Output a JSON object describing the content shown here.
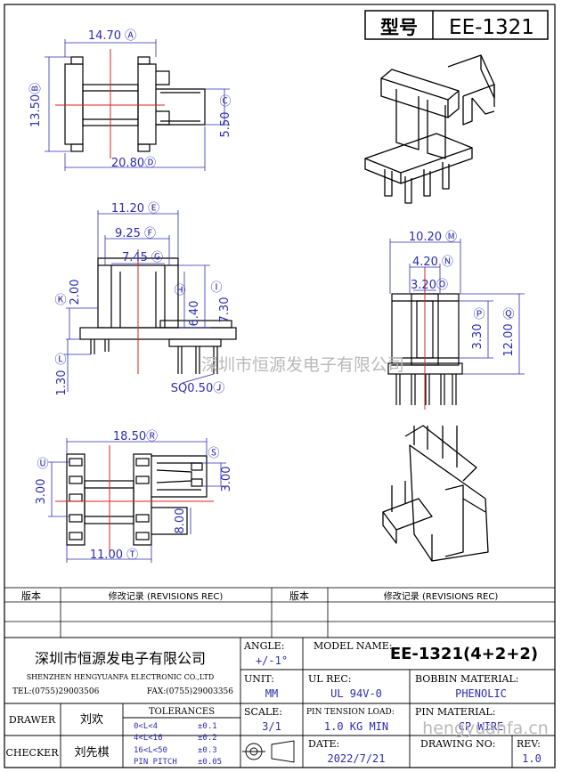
{
  "title_block": {
    "model_label": "型号",
    "model_value": "EE-1321"
  },
  "dimensions": {
    "d_a": "14.70 Ⓐ",
    "d_b": "13.50Ⓑ",
    "d_c": "Ⓒ",
    "d_c_val": "5.50",
    "d_d": "20.80Ⓓ",
    "d_e": "11.20 Ⓔ",
    "d_f": "9.25 Ⓕ",
    "d_g": "7.45 Ⓖ",
    "d_h": "Ⓗ",
    "d_i": "Ⓘ",
    "d_h_val": "6.40",
    "d_i_val": "7.30",
    "d_k": "Ⓚ",
    "d_k_val": "2.00",
    "d_l": "Ⓛ",
    "d_l_val": "1.30",
    "d_j": "SQ0.50Ⓙ",
    "d_m": "10.20 Ⓜ",
    "d_n": "4.20 Ⓝ",
    "d_o": "3.20Ⓞ",
    "d_p": "Ⓟ",
    "d_p_val": "3.30",
    "d_q": "Ⓠ",
    "d_q_val": "12.00",
    "d_r": "18.50Ⓡ",
    "d_s": "Ⓢ",
    "d_s_val": "3.00",
    "d_u": "Ⓤ",
    "d_u_val": "3.00",
    "d_v_val": "8.00",
    "d_t": "11.00 Ⓣ"
  },
  "watermark_mid": "深圳市恒源发电子有限公司",
  "watermark_bottom": "hengyuanfa.cn",
  "revisions": {
    "version_label": "版本",
    "rev_record_label": "修改记录 (REVISIONS REC)"
  },
  "company": {
    "name_cn": "深圳市恒源发电子有限公司",
    "name_en": "SHENZHEN HENGYUANFA ELECTRONIC CO.,LTD",
    "tel": "TEL:(0755)29003506",
    "fax": "FAX:(0755)29003356"
  },
  "fields": {
    "angle_label": "ANGLE:",
    "angle_value": "+/-1°",
    "model_name_label": "MODEL NAME:",
    "model_name_value": "EE-1321(4+2+2)",
    "unit_label": "UNIT:",
    "unit_value": "MM",
    "ul_label": "UL REC:",
    "ul_value": "UL 94V-0",
    "bobbin_label": "BOBBIN MATERIAL:",
    "bobbin_value": "PHENOLIC",
    "scale_label": "SCALE:",
    "scale_value": "3/1",
    "pin_tension_label": "PIN TENSION LOAD:",
    "pin_tension_value": "1.0 KG MIN",
    "pin_material_label": "PIN MATERIAL:",
    "pin_material_value": "CP WIRE",
    "date_label": "DATE:",
    "date_value": "2022/7/21",
    "drawing_no_label": "DRAWING NO:",
    "rev_label": "REV:",
    "rev_value": "1.0"
  },
  "people": {
    "drawer_label": "DRAWER",
    "drawer_name": "刘欢",
    "checker_label": "CHECKER",
    "checker_name": "刘先棋"
  },
  "tolerances": {
    "header": "TOLERANCES",
    "rows": [
      {
        "range": "0<L<4",
        "tol": "±0.1"
      },
      {
        "range": "4<L<16",
        "tol": "±0.2"
      },
      {
        "range": "16<L<50",
        "tol": "±0.3"
      },
      {
        "range": "PIN PITCH",
        "tol": "±0.05"
      }
    ]
  }
}
